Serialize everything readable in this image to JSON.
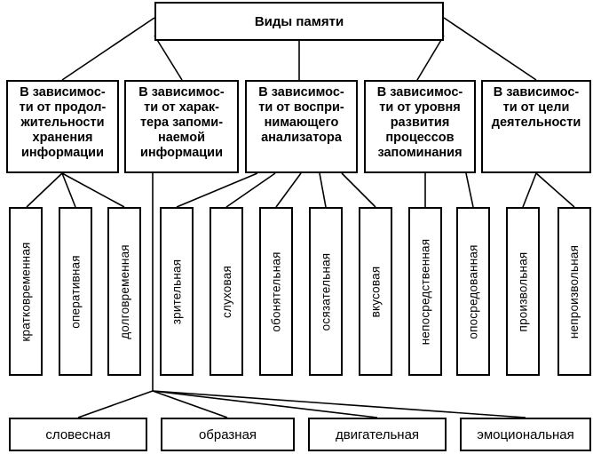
{
  "root": "Виды памяти",
  "categories": [
    {
      "lines": [
        "В зависимос-",
        "ти от продол-",
        "жительности",
        "хранения",
        "информации"
      ]
    },
    {
      "lines": [
        "В зависимос-",
        "ти от харак-",
        "тера запоми-",
        "наемой",
        "информации"
      ]
    },
    {
      "lines": [
        "В зависимос-",
        "ти от воспри-",
        "нимающего",
        "анализатора"
      ]
    },
    {
      "lines": [
        "В зависимос-",
        "ти от уровня",
        "развития",
        "процессов",
        "запоминания"
      ]
    },
    {
      "lines": [
        "В зависимос-",
        "ти от цели",
        "деятельности"
      ]
    }
  ],
  "leaves": [
    "кратковременная",
    "оперативная",
    "долговременная",
    "зрительная",
    "слуховая",
    "обонятельная",
    "осязательная",
    "вкусовая",
    "непосредственная",
    "опосредованная",
    "произвольная",
    "непроизвольная"
  ],
  "bottom": [
    "словесная",
    "образная",
    "двигательная",
    "эмоциональная"
  ]
}
